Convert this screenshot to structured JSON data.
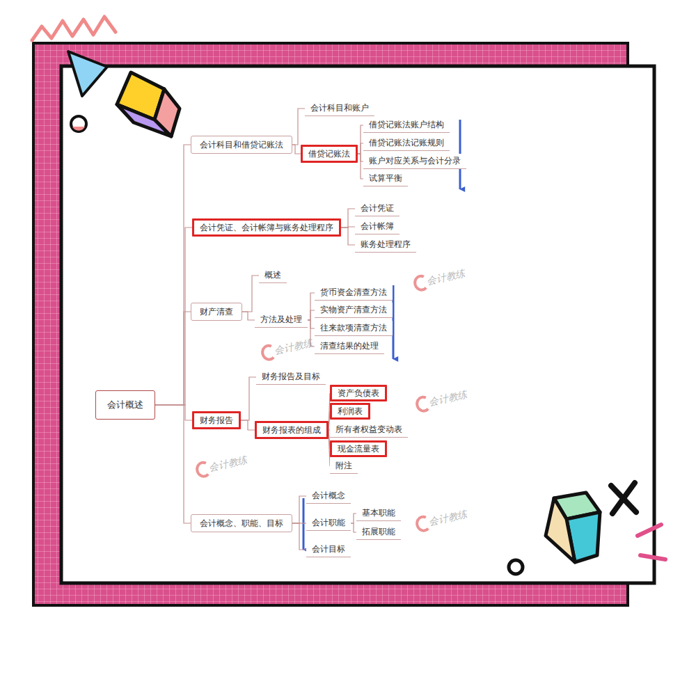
{
  "diagram": {
    "nodes": [
      {
        "text": [
          "会计概述"
        ]
      },
      {
        "text": [
          "会计科目和借贷记账法"
        ]
      },
      {
        "text": [
          "会计科目和账户"
        ]
      },
      {
        "text": [
          "借贷记账法"
        ]
      },
      {
        "text": [
          "借贷记账法账户结构"
        ]
      },
      {
        "text": [
          "借贷记账法记账规则"
        ]
      },
      {
        "text": [
          "账户对应关系与会计分录"
        ]
      },
      {
        "text": [
          "试算平衡"
        ]
      },
      {
        "text": [
          "会计凭证、会计帐簿与账务处理程序"
        ]
      },
      {
        "text": [
          "会计凭证"
        ]
      },
      {
        "text": [
          "会计帐簿"
        ]
      },
      {
        "text": [
          "账务处理程序"
        ]
      },
      {
        "text": [
          "财产清查"
        ]
      },
      {
        "text": [
          "概述"
        ]
      },
      {
        "text": [
          "方法及处理"
        ]
      },
      {
        "text": [
          "货币资金清查方法"
        ]
      },
      {
        "text": [
          "实物资产清查方法"
        ]
      },
      {
        "text": [
          "往来款项清查方法"
        ]
      },
      {
        "text": [
          "清查结果的处理"
        ]
      },
      {
        "text": [
          "财务报告"
        ]
      },
      {
        "text": [
          "财务报告及目标"
        ]
      },
      {
        "text": [
          "财务报表的组成"
        ]
      },
      {
        "text": [
          "资产负债表"
        ]
      },
      {
        "text": [
          "利润表"
        ]
      },
      {
        "text": [
          "所有者权益变动表"
        ]
      },
      {
        "text": [
          "现金流量表"
        ]
      },
      {
        "text": [
          "附注"
        ]
      },
      {
        "text": [
          "会计概念、职能、目标"
        ]
      },
      {
        "text": [
          "会计概念"
        ]
      },
      {
        "text": [
          "会计职能"
        ]
      },
      {
        "text": [
          "基本职能"
        ]
      },
      {
        "text": [
          "拓展职能"
        ]
      },
      {
        "text": [
          "会计目标"
        ]
      }
    ],
    "edges": [
      {
        "from": 0,
        "to": 1,
        "arrow": "none"
      },
      {
        "from": 0,
        "to": 8,
        "arrow": "none"
      },
      {
        "from": 0,
        "to": 12,
        "arrow": "none"
      },
      {
        "from": 0,
        "to": 19,
        "arrow": "none"
      },
      {
        "from": 0,
        "to": 27,
        "arrow": "none"
      },
      {
        "from": 1,
        "to": 2,
        "arrow": "none"
      },
      {
        "from": 1,
        "to": 3,
        "arrow": "none"
      },
      {
        "from": 3,
        "to": 4,
        "arrow": "none"
      },
      {
        "from": 3,
        "to": 5,
        "arrow": "none"
      },
      {
        "from": 3,
        "to": 6,
        "arrow": "none"
      },
      {
        "from": 3,
        "to": 7,
        "arrow": "none"
      },
      {
        "from": 8,
        "to": 9,
        "arrow": "none"
      },
      {
        "from": 8,
        "to": 10,
        "arrow": "none"
      },
      {
        "from": 8,
        "to": 11,
        "arrow": "none"
      },
      {
        "from": 12,
        "to": 13,
        "arrow": "none"
      },
      {
        "from": 12,
        "to": 14,
        "arrow": "none"
      },
      {
        "from": 14,
        "to": 15,
        "arrow": "none"
      },
      {
        "from": 14,
        "to": 16,
        "arrow": "none"
      },
      {
        "from": 14,
        "to": 17,
        "arrow": "none"
      },
      {
        "from": 14,
        "to": 18,
        "arrow": "none"
      },
      {
        "from": 19,
        "to": 20,
        "arrow": "none"
      },
      {
        "from": 19,
        "to": 21,
        "arrow": "none"
      },
      {
        "from": 21,
        "to": 22,
        "arrow": "none"
      },
      {
        "from": 21,
        "to": 23,
        "arrow": "none"
      },
      {
        "from": 21,
        "to": 24,
        "arrow": "none"
      },
      {
        "from": 21,
        "to": 25,
        "arrow": "none"
      },
      {
        "from": 21,
        "to": 26,
        "arrow": "none"
      },
      {
        "from": 27,
        "to": 28,
        "arrow": "none"
      },
      {
        "from": 27,
        "to": 29,
        "arrow": "none"
      },
      {
        "from": 27,
        "to": 32,
        "arrow": "none"
      },
      {
        "from": 29,
        "to": 30,
        "arrow": "none"
      },
      {
        "from": 29,
        "to": 31,
        "arrow": "none"
      }
    ],
    "labels": [
      "会计教练",
      "会计教练",
      "会计教练",
      "会计教练",
      "会计教练"
    ]
  }
}
